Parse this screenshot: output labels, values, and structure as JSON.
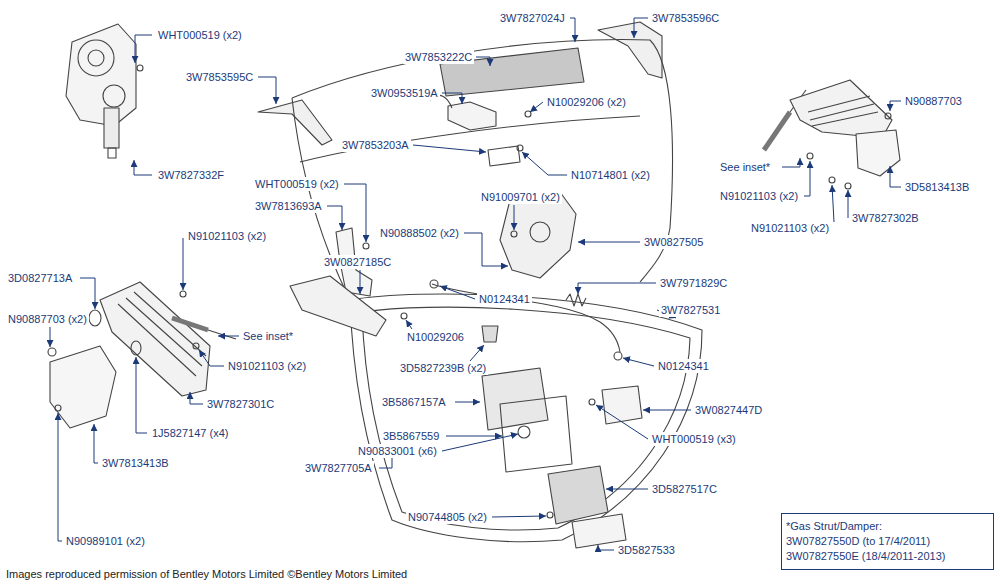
{
  "diagram": {
    "nodes": [
      {
        "text": [
          "*Gas Strut/Damper:",
          "3W07827550D (to 17/4/2011) 3W07827550E (18/4/2011-2013)"
        ]
      }
    ],
    "labels": [
      "WHT000519 (x2)",
      "3W7827332F",
      "3W7853595C",
      "3W7853222C",
      "3W7827024J",
      "3W7853596C",
      "3W0953519A",
      "N10029206 (x2)",
      "3W7853203A",
      "N10714801 (x2)",
      "WHT000519 (x2)",
      "N91009701 (x2)",
      "3W7813693A",
      "N90888502 (x2)",
      "3W0827505",
      "N91021103 (x2)",
      "3W0827185C",
      "3W7971829C",
      "3D0827713A",
      "N0124341",
      "3W7827531",
      "N90887703 (x2)",
      "See inset*",
      "N10029206",
      "N91021103 (x2)",
      "3D5827239B (x2)",
      "N0124341",
      "3B5867157A",
      "3W7827301C",
      "3W0827447D",
      "3B5867559",
      "1J5827147 (x4)",
      "WHT000519 (x3)",
      "N90833001 (x6)",
      "3W7827705A",
      "3D5827517C",
      "N90744805 (x2)",
      "3D5827533",
      "3W7813413B",
      "N90989101 (x2)",
      "N90887703",
      "See inset*",
      "3D5813413B",
      "N91021103 (x2)",
      "3W7827302B",
      "N91021103 (x2)",
      "Images reproduced permission of Bentley Motors Limited ©Bentley Motors Limited"
    ]
  }
}
